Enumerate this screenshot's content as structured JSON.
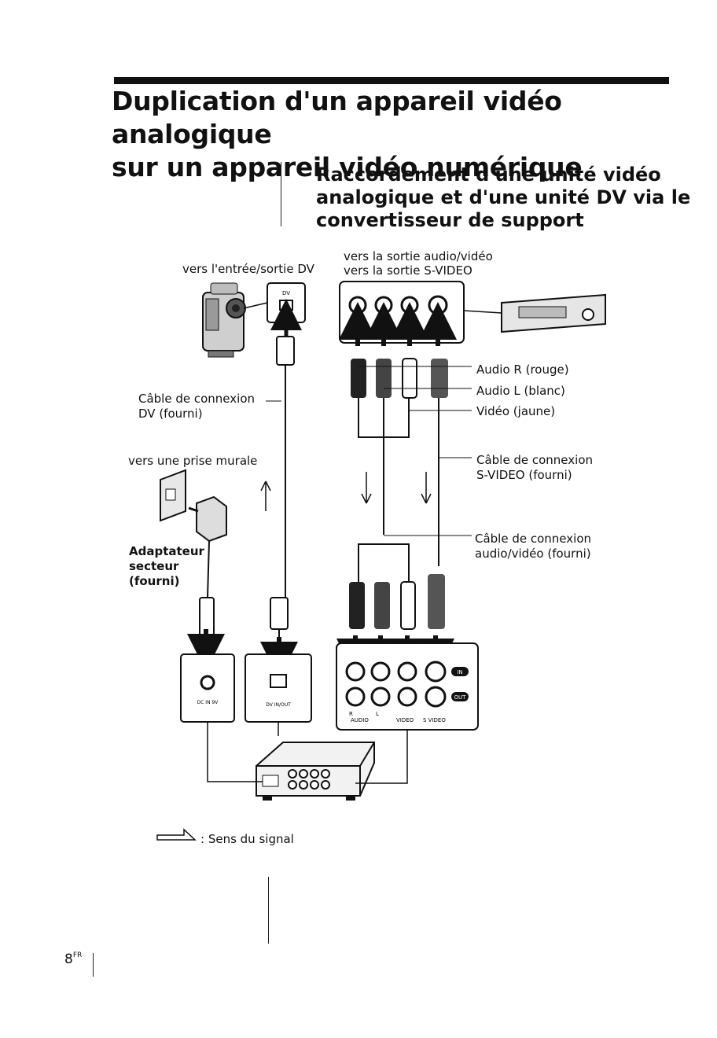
{
  "header": {
    "title_line1": "Duplication d'un appareil vidéo analogique",
    "title_line2": "sur un appareil vidéo numérique",
    "subtitle_line1": "Raccordement d'une unité vidéo",
    "subtitle_line2": "analogique et d'une unité DV via le",
    "subtitle_line3": "convertisseur de support"
  },
  "labels": {
    "to_dv_io": "vers l'entrée/sortie DV",
    "to_av_out": "vers la sortie audio/vidéo",
    "to_svideo_out": "vers la sortie S-VIDEO",
    "audio_r": "Audio R (rouge)",
    "audio_l": "Audio L (blanc)",
    "video": "Vidéo (jaune)",
    "dv_cable_l1": "Câble de connexion",
    "dv_cable_l2": "DV (fourni)",
    "wall_outlet": "vers une prise murale",
    "svideo_cable_l1": "Câble de connexion",
    "svideo_cable_l2": "S-VIDEO (fourni)",
    "av_cable_l1": "Câble de connexion",
    "av_cable_l2": "audio/vidéo (fourni)",
    "adapter_l1": "Adaptateur",
    "adapter_l2": "secteur",
    "adapter_l3": "(fourni)"
  },
  "panel_labels": {
    "dv_port": "DV",
    "dc_in": "DC IN 9V",
    "dv_in_out": "DV IN/OUT",
    "in_badge": "IN",
    "out_badge": "OUT",
    "audio": "AUDIO",
    "r": "R",
    "l": "L",
    "video": "VIDEO",
    "svideo": "S VIDEO"
  },
  "legend": {
    "text": ": Sens du signal"
  },
  "footer": {
    "page_number": "8",
    "page_lang": "FR"
  }
}
